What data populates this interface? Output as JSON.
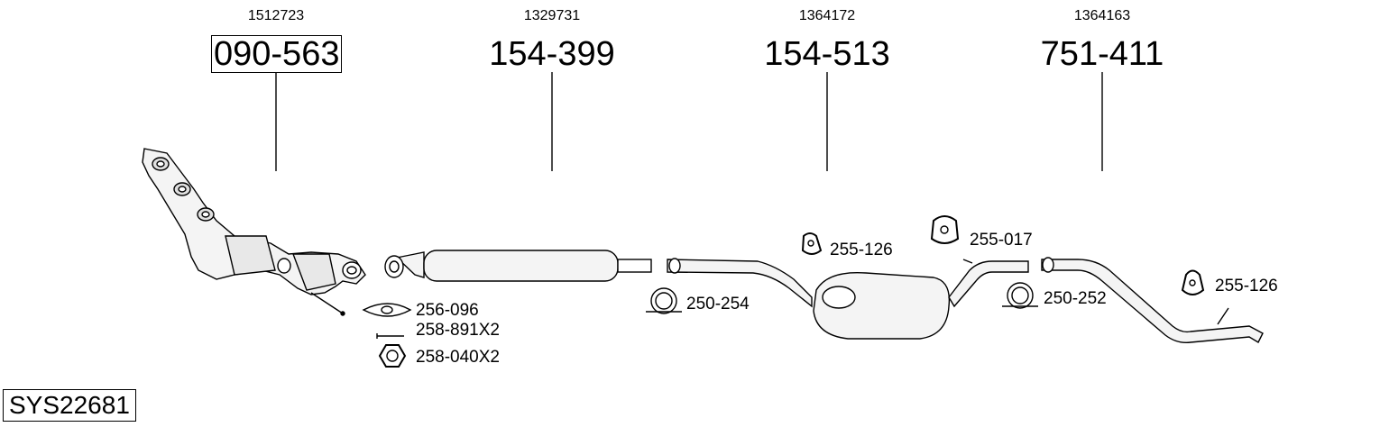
{
  "parts": [
    {
      "oe": "1512723",
      "number": "090-563",
      "boxed": true
    },
    {
      "oe": "1329731",
      "number": "154-399",
      "boxed": false
    },
    {
      "oe": "1364172",
      "number": "154-513",
      "boxed": false
    },
    {
      "oe": "1364163",
      "number": "751-411",
      "boxed": false
    }
  ],
  "accessories": {
    "gasket": "256-096",
    "bolt": "258-891X2",
    "nut": "258-040X2",
    "clamp_a": "250-254",
    "hanger_a": "255-126",
    "hanger_b": "255-017",
    "clamp_b": "250-252",
    "hanger_c": "255-126"
  },
  "system": "SYS22681"
}
